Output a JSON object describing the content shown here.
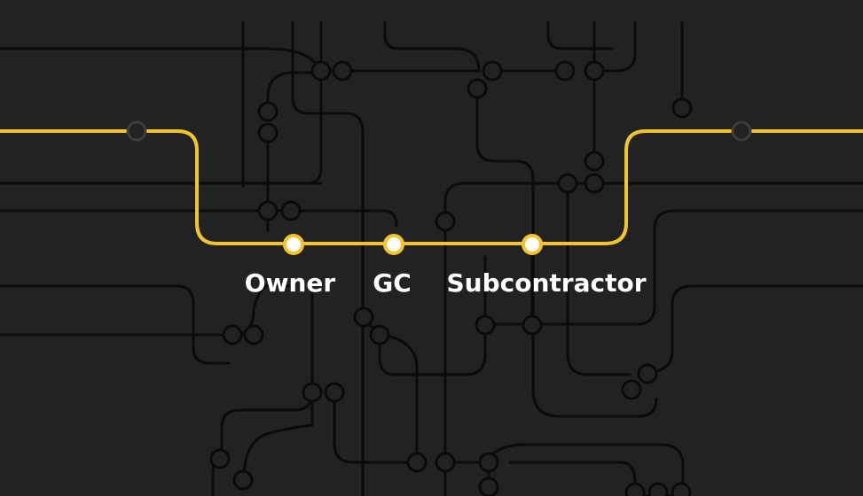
{
  "colors": {
    "background": "#222222",
    "track": "#0b0b0b",
    "highlight": "#f4c52b",
    "stop_fill": "#ffffff",
    "end_node": "#3c3c3c",
    "label": "#ffffff"
  },
  "stops": [
    {
      "id": "owner",
      "label": "Owner"
    },
    {
      "id": "gc",
      "label": "GC"
    },
    {
      "id": "subcontractor",
      "label": "Subcontractor"
    }
  ]
}
